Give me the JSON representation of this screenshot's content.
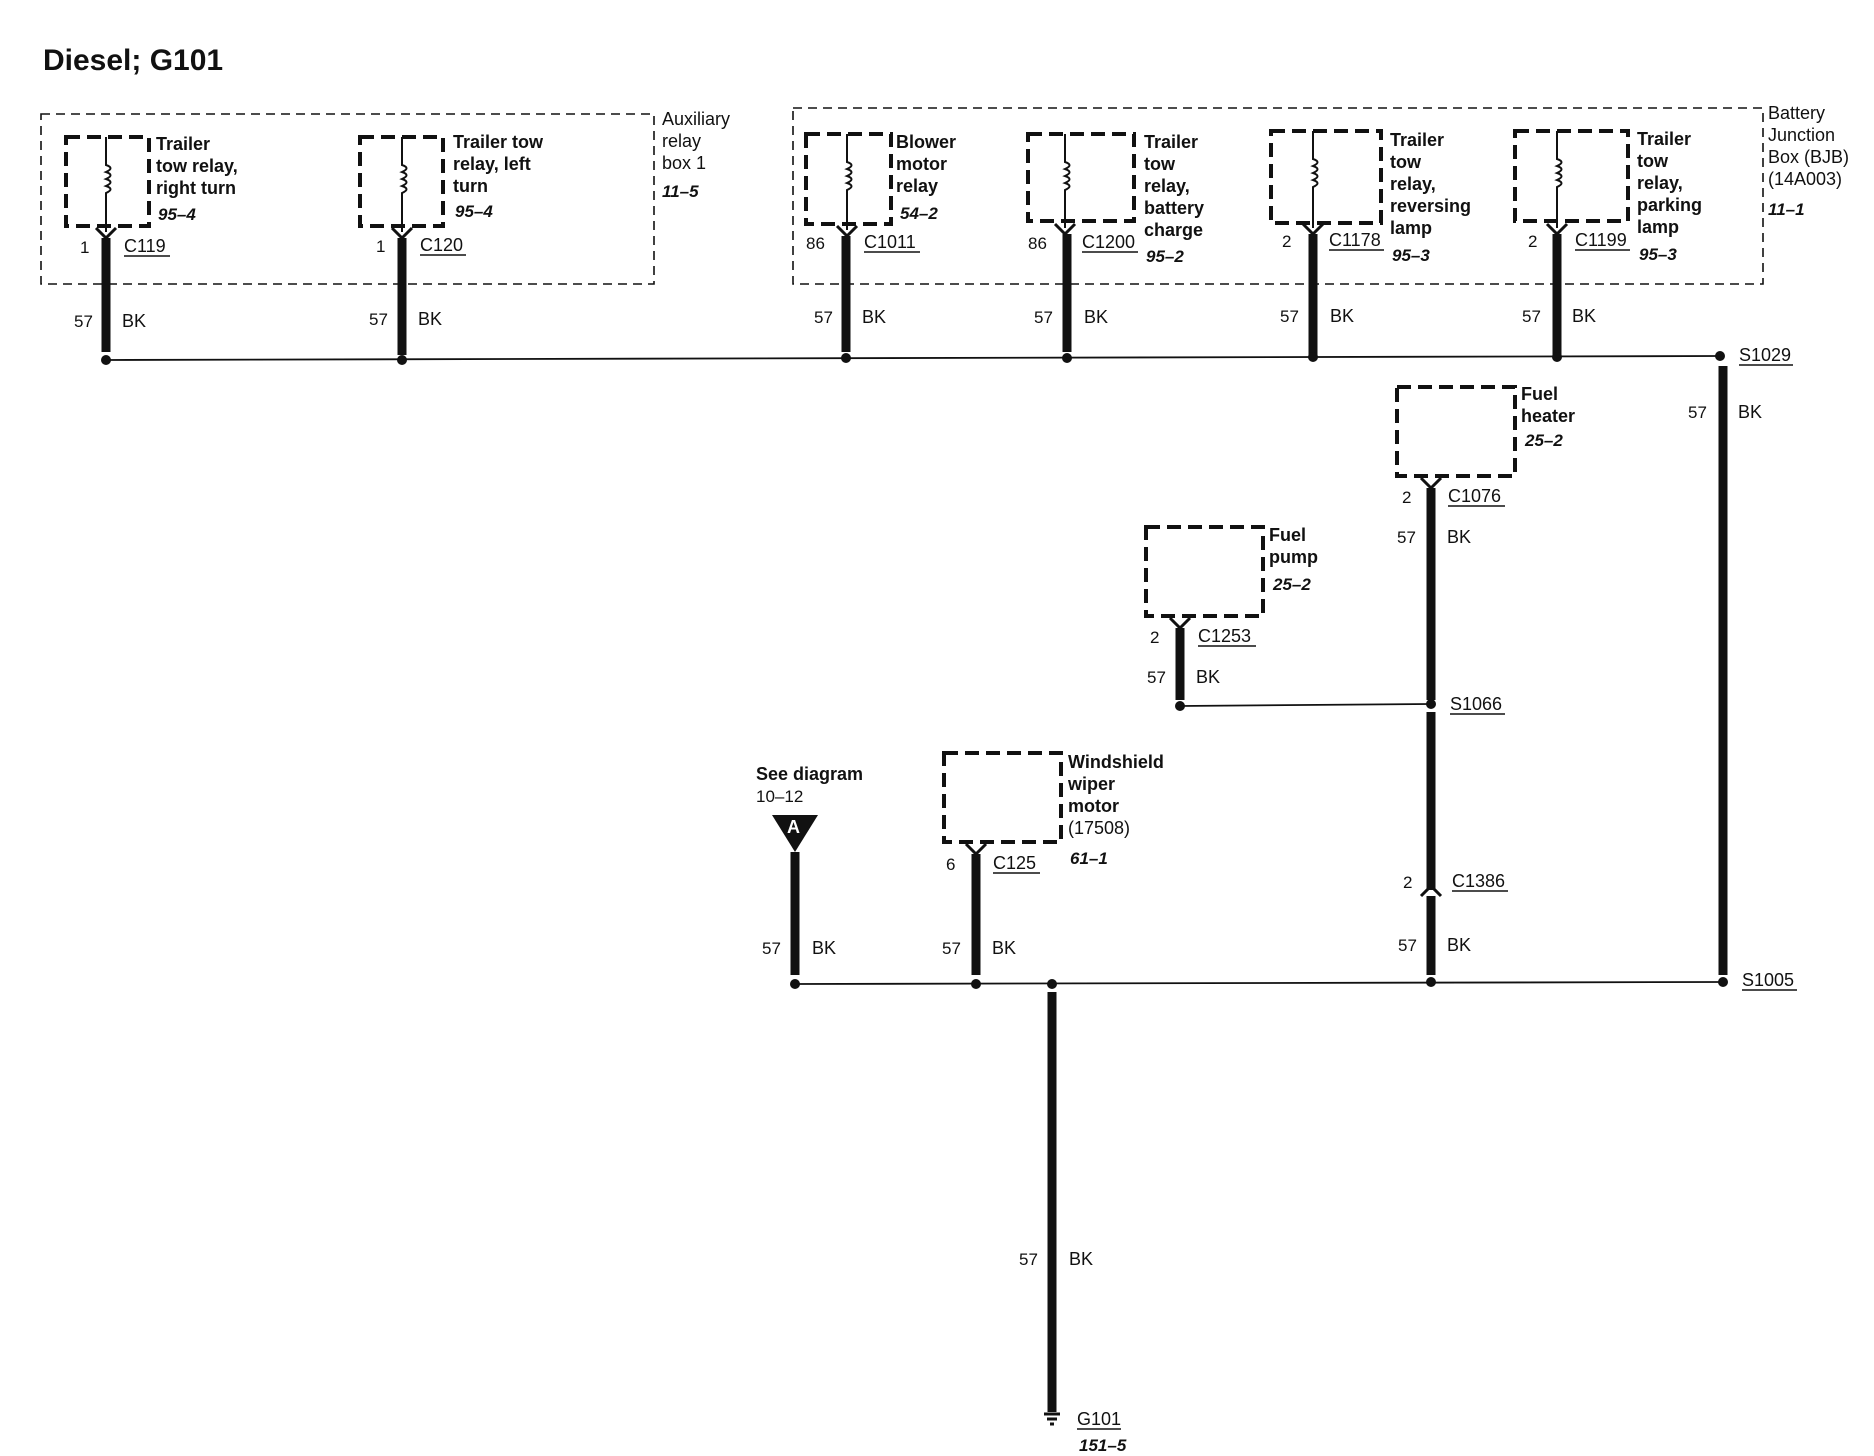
{
  "title": "Diesel; G101",
  "enclosures": {
    "aux_relay_box": {
      "lines": [
        "Auxiliary",
        "relay",
        "box 1"
      ],
      "ref": "11–5"
    },
    "bjb": {
      "lines": [
        "Battery",
        "Junction",
        "Box (BJB)",
        "(14A003)"
      ],
      "ref": "11–1"
    }
  },
  "components": {
    "trailer_right": {
      "lines": [
        "Trailer",
        "tow relay,",
        "right turn"
      ],
      "ref": "95–4",
      "pin": "1",
      "connector": "C119"
    },
    "trailer_left": {
      "lines": [
        "Trailer tow",
        "relay, left",
        "turn"
      ],
      "ref": "95–4",
      "pin": "1",
      "connector": "C120"
    },
    "blower": {
      "lines": [
        "Blower",
        "motor",
        "relay"
      ],
      "ref": "54–2",
      "pin": "86",
      "connector": "C1011"
    },
    "battery_charge": {
      "lines": [
        "Trailer",
        "tow",
        "relay,",
        "battery",
        "charge"
      ],
      "ref": "95–2",
      "pin": "86",
      "connector": "C1200"
    },
    "reversing": {
      "lines": [
        "Trailer",
        "tow",
        "relay,",
        "reversing",
        "lamp"
      ],
      "ref": "95–3",
      "pin": "2",
      "connector": "C1178"
    },
    "parking": {
      "lines": [
        "Trailer",
        "tow",
        "relay,",
        "parking",
        "lamp"
      ],
      "ref": "95–3",
      "pin": "2",
      "connector": "C1199"
    },
    "fuel_heater": {
      "lines": [
        "Fuel",
        "heater"
      ],
      "ref": "25–2",
      "pin": "2",
      "connector": "C1076"
    },
    "fuel_pump": {
      "lines": [
        "Fuel",
        "pump"
      ],
      "ref": "25–2",
      "pin": "2",
      "connector": "C1253"
    },
    "wiper": {
      "lines": [
        "Windshield",
        "wiper",
        "motor",
        "(17508)"
      ],
      "ref": "61–1",
      "pin": "6",
      "connector": "C125"
    }
  },
  "wire": {
    "circuit": "57",
    "color": "BK"
  },
  "splices": {
    "s1029": "S1029",
    "s1066": "S1066",
    "s1005": "S1005"
  },
  "inline_connector": {
    "pin": "2",
    "connector": "C1386"
  },
  "see_diagram": {
    "label": "See diagram",
    "ref": "10–12",
    "letter": "A"
  },
  "ground": {
    "name": "G101",
    "ref": "151–5"
  }
}
